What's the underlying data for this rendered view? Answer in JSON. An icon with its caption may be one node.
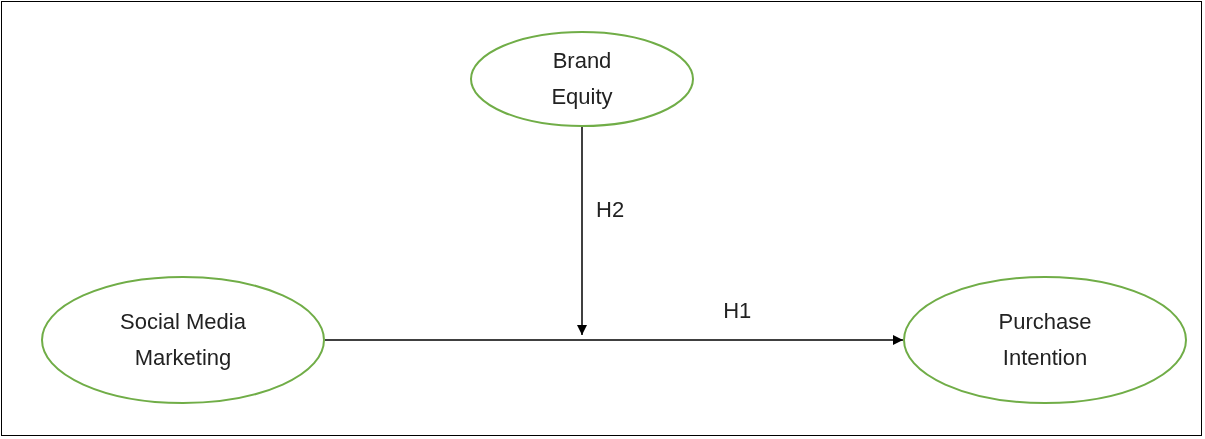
{
  "diagram": {
    "nodes": [
      {
        "text": [
          "Brand Equity"
        ]
      },
      {
        "text": [
          "Social Media Marketing"
        ]
      },
      {
        "text": [
          "Purchase Intention"
        ]
      }
    ],
    "edges": [
      {
        "from": 1,
        "to": 2,
        "arrow": "to",
        "label": "H1"
      },
      {
        "from": 0,
        "to": null,
        "arrow": "to",
        "label": "H2"
      }
    ]
  }
}
